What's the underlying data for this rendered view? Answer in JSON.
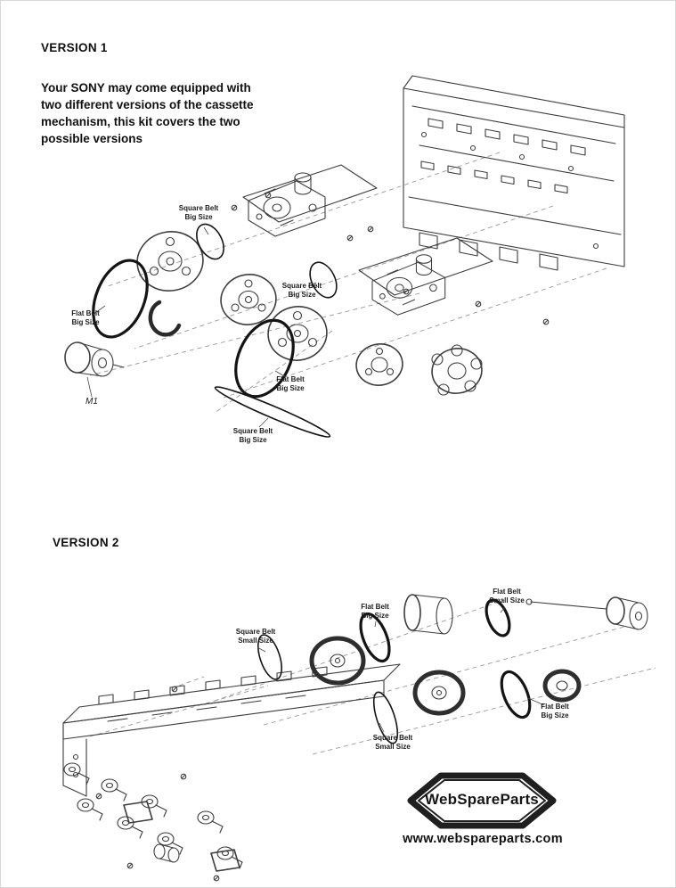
{
  "sections": {
    "version1": {
      "title": "VERSION 1",
      "intro": "Your SONY may come equipped with\ntwo different versions of the cassette\nmechanism, this kit covers the two\npossible versions",
      "labels": [
        {
          "text": "Square Belt\nBig Size"
        },
        {
          "text": "Flat Belt\nBig Size"
        },
        {
          "text": "Square Belt\nBig Size"
        },
        {
          "text": "Flat Belt\nBig Size"
        },
        {
          "text": "M1"
        },
        {
          "text": "Square Belt\nBig Size"
        }
      ]
    },
    "version2": {
      "title": "VERSION 2",
      "labels": [
        {
          "text": "Square Belt\nSmall Size"
        },
        {
          "text": "Flat Belt\nBig Size"
        },
        {
          "text": "Flat Belt\nSmall Size"
        },
        {
          "text": "Square Belt\nSmall Size"
        },
        {
          "text": "Flat Belt\nBig Size"
        }
      ]
    }
  },
  "footer": {
    "brand": "WebSpareParts",
    "website": "www.webspareparts.com"
  }
}
